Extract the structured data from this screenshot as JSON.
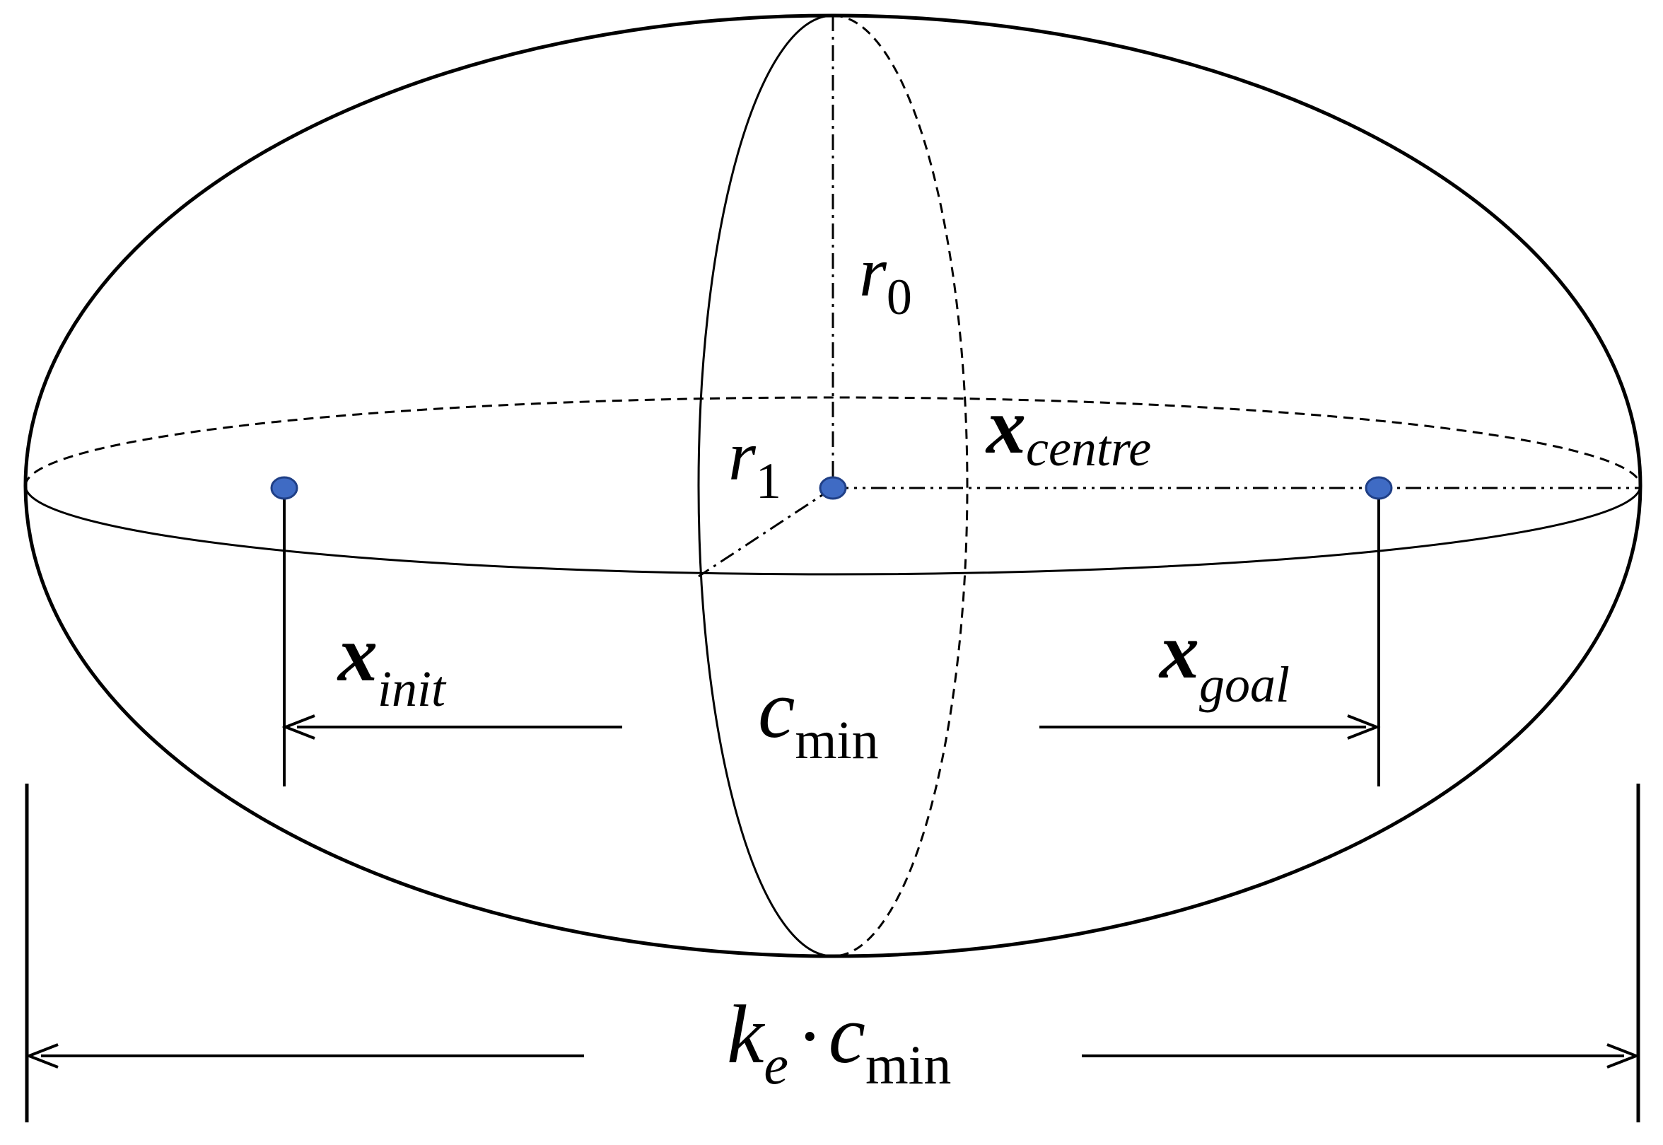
{
  "colors": {
    "stroke": "#000000",
    "point_fill": "#3F6BC4",
    "point_stroke": "#1F3F86",
    "background": "#FFFFFF"
  },
  "labels": {
    "r0": {
      "main": "r",
      "sub": "0"
    },
    "r1": {
      "main": "r",
      "sub": "1"
    },
    "x_centre": {
      "main": "x",
      "sub": "centre"
    },
    "x_init": {
      "main": "x",
      "sub": "init"
    },
    "x_goal": {
      "main": "x",
      "sub": "goal"
    },
    "c_min": {
      "main": "c",
      "sub": "min"
    },
    "ke_cmin": {
      "k": "k",
      "k_sub": "e",
      "dot": "·",
      "c": "c",
      "c_sub": "min"
    }
  },
  "points": [
    "x_init",
    "x_centre",
    "x_goal"
  ]
}
